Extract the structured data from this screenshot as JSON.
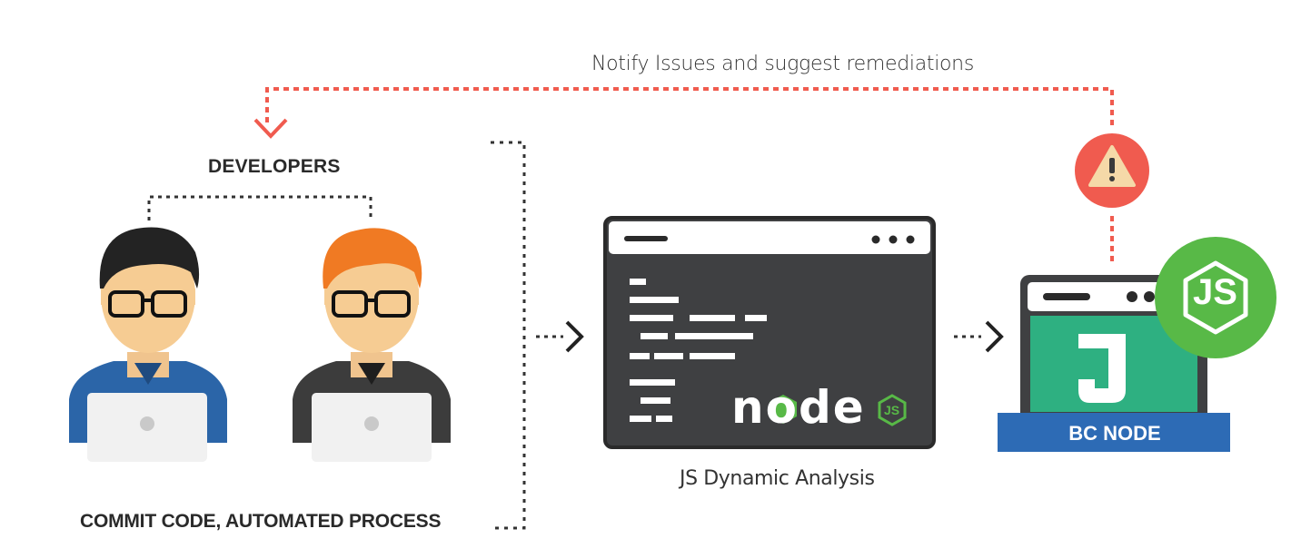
{
  "flow": {
    "notify_text": "Notify Issues and suggest remediations",
    "developers_label": "DEVELOPERS",
    "commit_label": "COMMIT CODE, AUTOMATED PROCESS",
    "analysis_label": "JS Dynamic Analysis",
    "bc_node_label": "BC NODE",
    "node_logo_text": "node",
    "node_logo_badge": "JS",
    "bc_badge_text": "JS",
    "bc_screen_letter": "J"
  },
  "colors": {
    "alert": "#f05b4f",
    "dev1_shirt": "#2b65a8",
    "dev2_shirt": "#3c3c3c",
    "terminal": "#3f4042",
    "node_green": "#58b947",
    "bc_green": "#2eb081",
    "bc_base": "#2d6bb5"
  },
  "icons": [
    "warning-icon",
    "laptop-icon",
    "terminal-window-icon",
    "nodejs-logo-icon",
    "arrow-right-icon",
    "chevron-down-icon"
  ]
}
